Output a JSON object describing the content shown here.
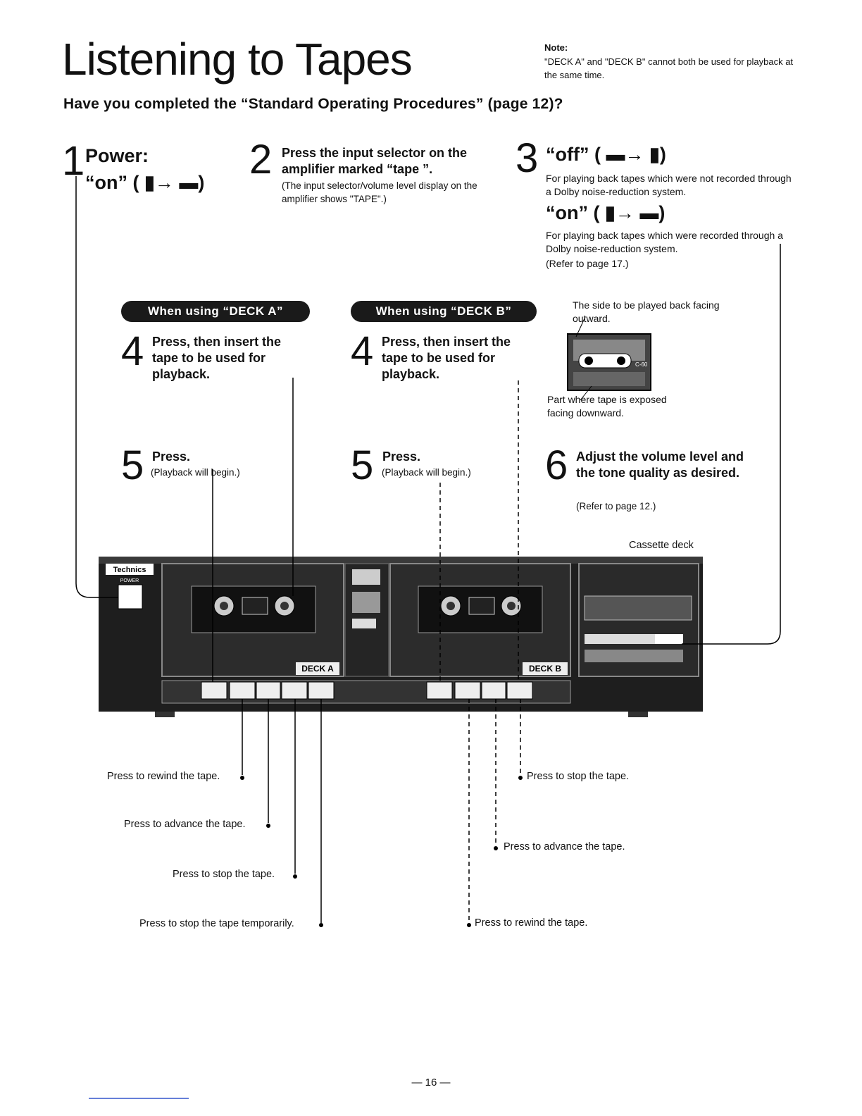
{
  "title": "Listening to Tapes",
  "note": {
    "heading": "Note:",
    "text": "\"DECK A\" and \"DECK B\" cannot both be used for playback at the same time."
  },
  "subtitle": "Have you completed the “Standard Operating Procedures” (page 12)?",
  "steps": {
    "s1": {
      "num": "1",
      "title": "Power:",
      "sub": "“on” ( ▮→ ▬)"
    },
    "s2": {
      "num": "2",
      "title": "Press the input selector on the amplifier marked “tape ”.",
      "detail": "(The input selector/volume level display on the amplifier shows \"TAPE\".)"
    },
    "s3": {
      "num": "3",
      "off_title": "“off” ( ▬→ ▮)",
      "off_text": "For playing back tapes which were not recorded through a Dolby noise-reduction system.",
      "on_title": "“on” ( ▮→ ▬)",
      "on_text": "For playing back tapes which were recorded through a Dolby noise-reduction system.",
      "on_ref": "(Refer to page 17.)"
    },
    "deckA": {
      "banner": "When using “DECK A”",
      "s4num": "4",
      "s4text": "Press, then insert the tape to be used for playback.",
      "s5num": "5",
      "s5title": "Press.",
      "s5detail": "(Playback will begin.)"
    },
    "deckB": {
      "banner": "When using “DECK B”",
      "s4num": "4",
      "s4text": "Press, then insert the tape to be used for playback.",
      "s5num": "5",
      "s5title": "Press.",
      "s5detail": "(Playback will begin.)"
    },
    "s6": {
      "num": "6",
      "title": "Adjust the volume level and the tone quality as desired.",
      "ref": "(Refer to page 12.)"
    }
  },
  "cassette": {
    "top_caption": "The side to be played back facing outward.",
    "bottom_caption": "Part where tape is exposed facing downward.",
    "label": "C-60"
  },
  "device": {
    "caption": "Cassette deck",
    "brand": "Technics",
    "deck_a_label": "DECK A",
    "deck_b_label": "DECK B",
    "power_label": "POWER"
  },
  "callouts": {
    "left": [
      "Press to rewind the tape.",
      "Press to advance the tape.",
      "Press to stop the tape.",
      "Press to stop the tape temporarily."
    ],
    "right": [
      "Press to stop the tape.",
      "Press to advance the tape.",
      "Press to rewind the tape."
    ]
  },
  "page_number": "— 16 —"
}
